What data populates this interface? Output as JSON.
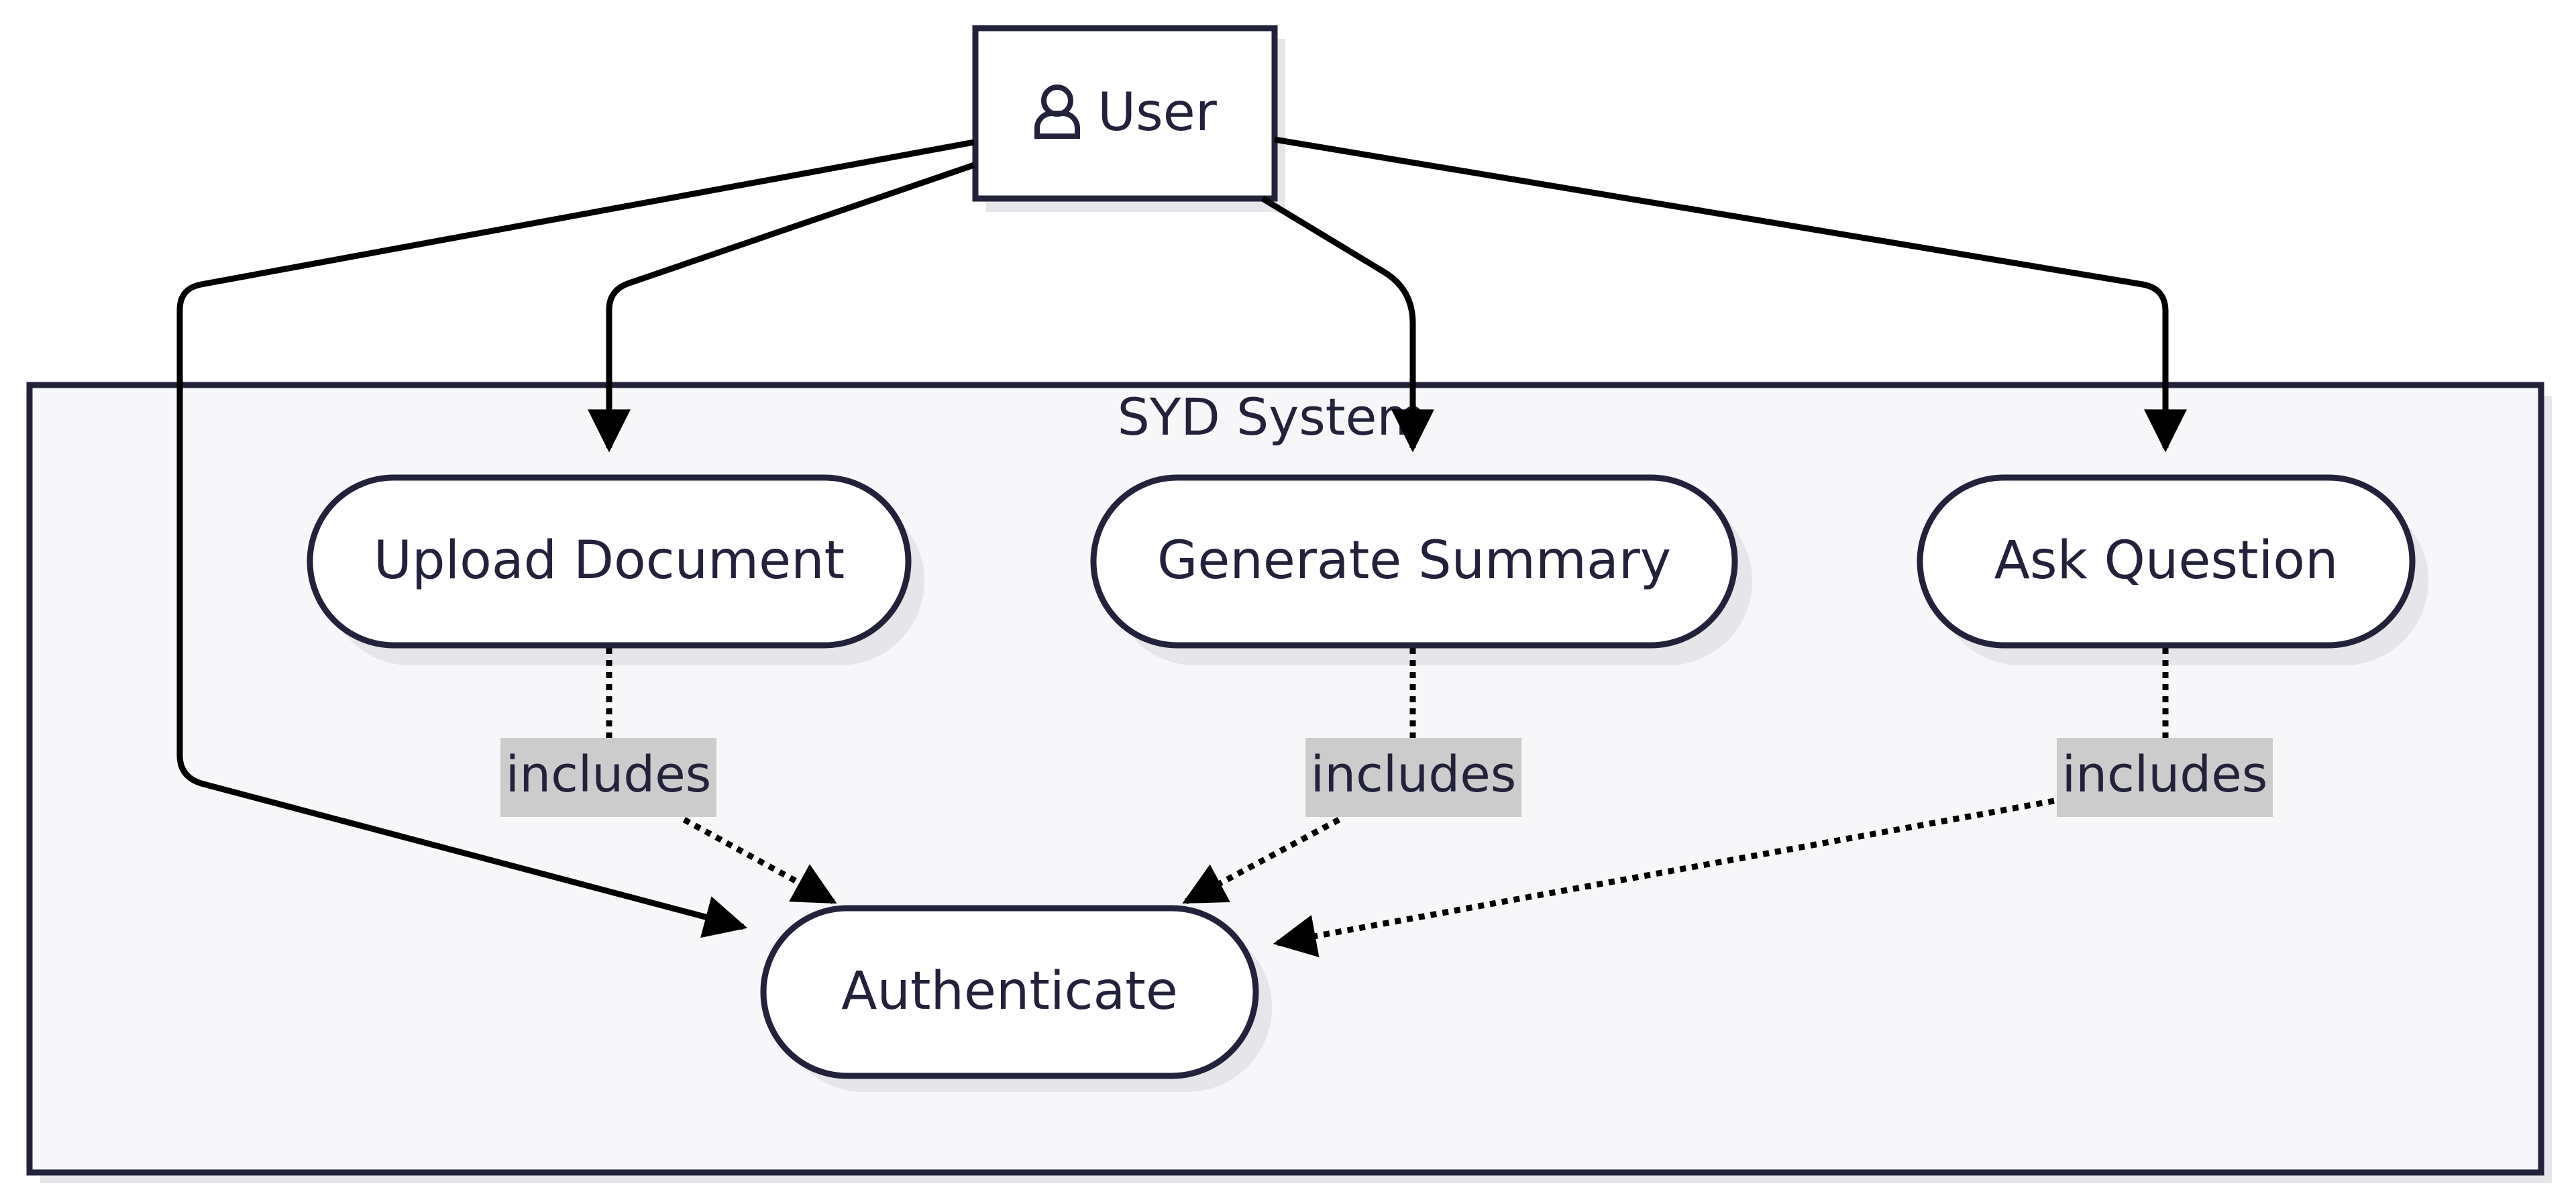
{
  "diagram": {
    "actor": {
      "label": "User",
      "icon": "person-icon"
    },
    "system": {
      "label": "SYD System"
    },
    "use_cases": [
      {
        "id": "upload",
        "label": "Upload Document"
      },
      {
        "id": "summary",
        "label": "Generate Summary"
      },
      {
        "id": "ask",
        "label": "Ask Question"
      },
      {
        "id": "auth",
        "label": "Authenticate"
      }
    ],
    "include_label": "includes",
    "colors": {
      "stroke": "#22223a",
      "system_fill": "#f7f7f9",
      "label_bg": "#cccccc",
      "shadow": "#e6e6ea",
      "edge": "#000000"
    }
  }
}
